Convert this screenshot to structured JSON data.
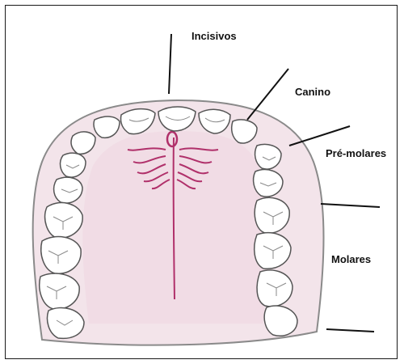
{
  "diagram": {
    "labels": {
      "incisors": "Incisivos",
      "canine": "Canino",
      "premolars": "Pré-molares",
      "molars": "Molares"
    },
    "colors": {
      "palate_fill": "#f3e4ea",
      "palate_outline": "#8a8a8a",
      "rugae": "#b0306a",
      "tooth_fill": "#ffffff",
      "tooth_outline": "#555555",
      "leader_line": "#111111"
    }
  }
}
